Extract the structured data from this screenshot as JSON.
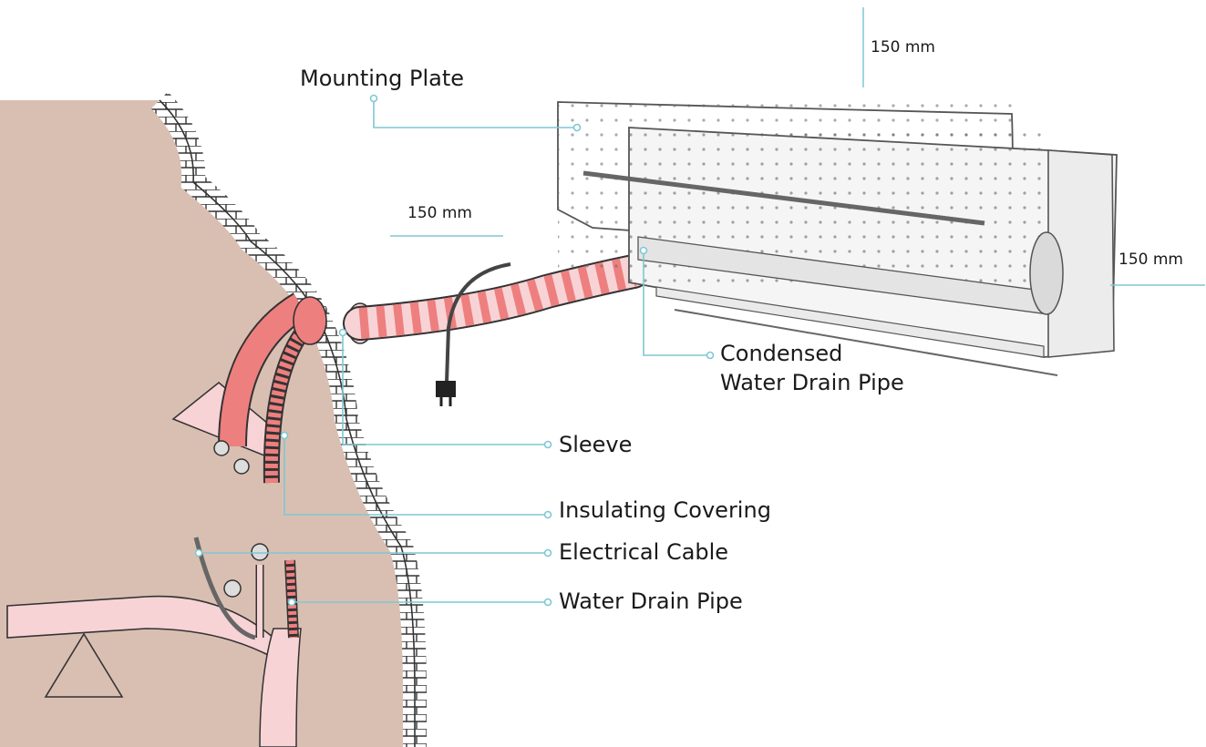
{
  "labels": {
    "mounting_plate": "Mounting Plate",
    "condensed_drain_line1": "Condensed",
    "condensed_drain_line2": "Water Drain Pipe",
    "sleeve": "Sleeve",
    "insulating_covering": "Insulating Covering",
    "electrical_cable": "Electrical Cable",
    "water_drain_pipe": "Water Drain Pipe"
  },
  "dimensions": {
    "top_clearance": "150 mm",
    "side_clearance_left": "150 mm",
    "side_clearance_right": "150 mm"
  },
  "colors": {
    "wall_fill": "#d9bfb2",
    "brick_edge": "#333333",
    "pipe_coil": "#ee7f7f",
    "pipe_light": "#f7d3d6",
    "callout_line": "#7fc7d3",
    "unit_outline": "#555555"
  }
}
